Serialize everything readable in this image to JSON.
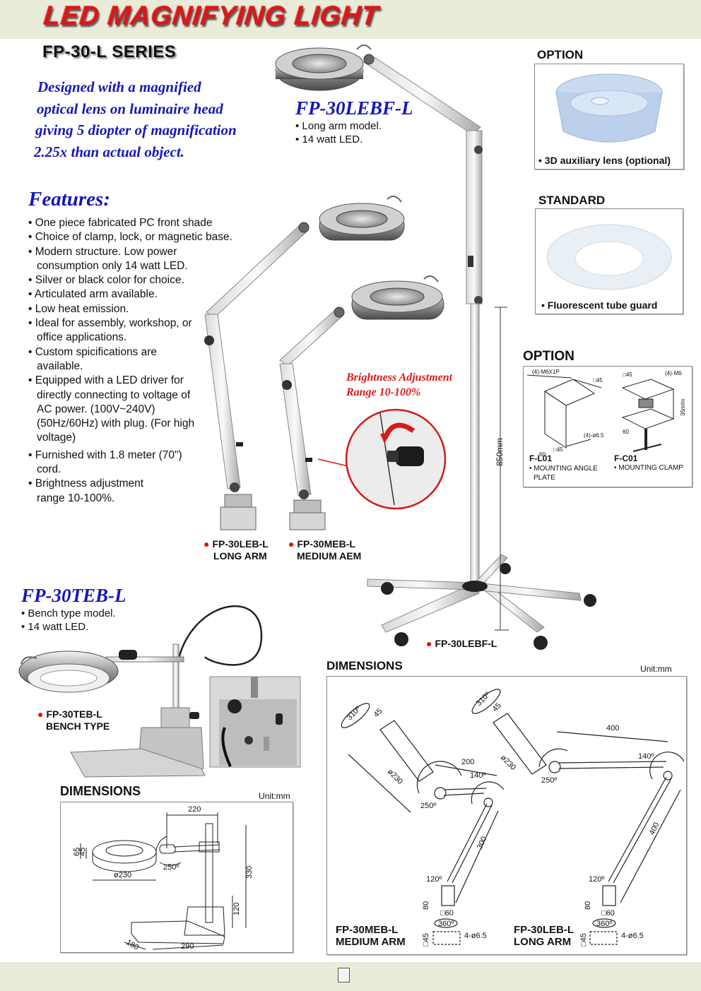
{
  "header": {
    "title": "LED MAGNIFYING LIGHT",
    "series": "FP-30-L SERIES"
  },
  "intro": {
    "lines": [
      "Designed with a magnified",
      "optical lens on luminaire head",
      "giving 5 diopter of magnification",
      "2.25x than actual object."
    ]
  },
  "features": {
    "title": "Features:",
    "items": [
      "• One piece fabricated PC front shade",
      "• Choice of clamp, lock, or magnetic base.",
      "• Modern structure. Low power consumption only 14 watt LED.",
      "• Silver or black color for choice.",
      "• Articulated arm available.",
      "• Low heat emission.",
      "• Ideal for assembly, workshop, or office applications.",
      "• Custom spicifications are available.",
      "• Equipped with a LED driver for directly connecting to voltage of AC power. (100V~240V) (50Hz/60Hz) with plug.  (For high voltage)",
      "• Furnished with 1.8 meter (70\") cord.",
      "• Brightness adjustment range 10-100%."
    ]
  },
  "models": {
    "floor": {
      "name": "FP-30LEBF-L",
      "bullets": [
        "• Long arm model.",
        "• 14 watt LED."
      ],
      "caption": "FP-30LEBF-L",
      "height_label": "850mm"
    },
    "long_arm": {
      "caption_line1": "FP-30LEB-L",
      "caption_line2": "LONG ARM"
    },
    "medium_arm": {
      "caption_line1": "FP-30MEB-L",
      "caption_line2": "MEDIUM AEM"
    },
    "bench": {
      "name": "FP-30TEB-L",
      "bullets": [
        "• Bench type model.",
        "• 14 watt LED."
      ],
      "caption_line1": "FP-30TEB-L",
      "caption_line2": "BENCH TYPE"
    }
  },
  "brightness": {
    "line1": "Brightness Adjustment",
    "line2": "Range 10-100%"
  },
  "accessories": {
    "option_lens": {
      "heading": "OPTION",
      "caption": "• 3D auxiliary lens (optional)"
    },
    "standard_guard": {
      "heading": "STANDARD",
      "caption": "• Fluorescent tube guard"
    },
    "option_mount": {
      "heading": "OPTION",
      "plate": {
        "code": "F-L01",
        "desc1": "• MOUNTING  ANGLE",
        "desc2": "PLATE",
        "labels": [
          "(4)-M6X1P",
          "□45",
          "(4)-ø6.5",
          "□45",
          "60"
        ]
      },
      "clamp": {
        "code": "F-C01",
        "desc1": "• MOUNTING  CLAMP",
        "labels": [
          "□45",
          "(4)-M6",
          "35m/m",
          "60"
        ]
      }
    }
  },
  "bench_dimensions": {
    "heading": "DIMENSIONS",
    "unit": "Unit:mm",
    "labels": {
      "arm": "220",
      "height": "330",
      "base_height": "120",
      "lens_dia": "ø230",
      "h65": "65",
      "h45": "45",
      "rot": "250º",
      "depth": "180",
      "width": "290"
    }
  },
  "arm_dimensions": {
    "heading": "DIMENSIONS",
    "unit": "Unit:mm",
    "medium": {
      "name_line1": "FP-30MEB-L",
      "name_line2": "MEDIUM ARM",
      "labels": {
        "rot_head": "310º",
        "h45": "45",
        "dia": "ø230",
        "upper": "200",
        "elbow": "140º",
        "joint": "250º",
        "lower": "300",
        "base_rot": "120º",
        "base_h": "80",
        "base_sq": "□60",
        "swivel": "360º",
        "mount_sq": "□45",
        "holes": "4-ø6.5"
      }
    },
    "long": {
      "name_line1": "FP-30LEB-L",
      "name_line2": "LONG ARM",
      "labels": {
        "rot_head": "310º",
        "h45": "45",
        "dia": "ø230",
        "upper": "400",
        "elbow": "140º",
        "joint": "250º",
        "lower": "400",
        "base_rot": "120º",
        "base_h": "80",
        "base_sq": "□60",
        "swivel": "360º",
        "mount_sq": "□45",
        "holes": "4-ø6.5"
      }
    }
  },
  "colors": {
    "title_red": "#d81818",
    "blue_text": "#1418b8",
    "band": "#e9ecd8",
    "accent_red": "#e01818"
  }
}
